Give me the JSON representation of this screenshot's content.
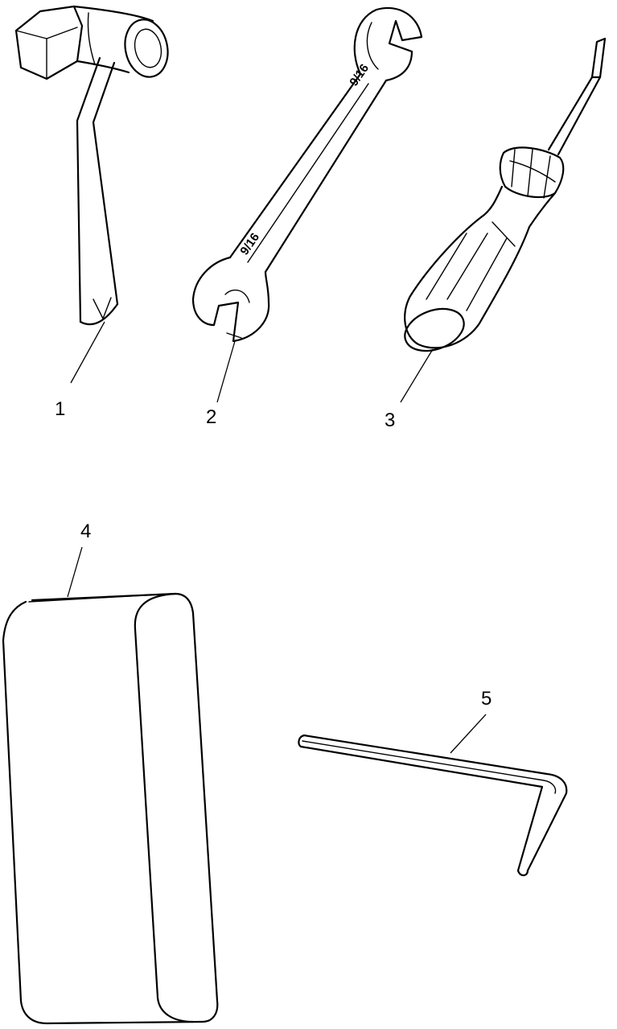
{
  "callouts": [
    {
      "id": "item-1",
      "label": "1"
    },
    {
      "id": "item-2",
      "label": "2"
    },
    {
      "id": "item-3",
      "label": "3"
    },
    {
      "id": "item-4",
      "label": "4"
    },
    {
      "id": "item-5",
      "label": "5"
    }
  ],
  "wrench_stamp": "9/16",
  "colors": {
    "line": "#000000",
    "background": "#ffffff"
  },
  "icons": {
    "item-1": "spark-plug-socket-wrench-icon",
    "item-2": "open-end-wrench-icon",
    "item-3": "screwdriver-icon",
    "item-4": "tool-pouch-icon",
    "item-5": "hex-key-icon"
  }
}
